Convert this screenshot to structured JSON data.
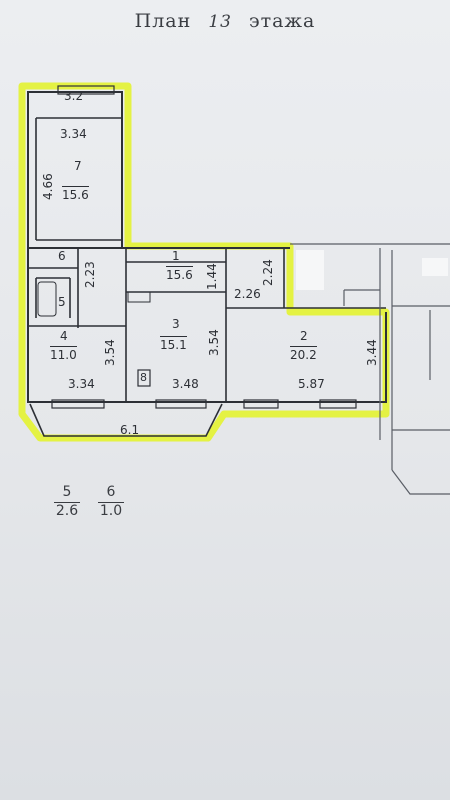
{
  "title": {
    "prefix": "План",
    "floor": "13",
    "suffix": "этажа"
  },
  "rooms": [
    {
      "number": "7",
      "area": "15.6"
    },
    {
      "number": "6",
      "area": ""
    },
    {
      "number": "5",
      "area": ""
    },
    {
      "number": "4",
      "area": "11.0"
    },
    {
      "number": "1",
      "area": "15.6"
    },
    {
      "number": "3",
      "area": "15.1"
    },
    {
      "number": "2",
      "area": "20.2"
    }
  ],
  "dimensions": {
    "d_3_2": "3.2",
    "d_3_34": "3.34",
    "d_4_66": "4.66",
    "d_2_23": "2.23",
    "d_1_44a": "1.44",
    "d_2_24": "2.24",
    "d_2_26": "2.26",
    "d_3_54a": "3.54",
    "d_3_54b": "3.54",
    "d_3_44": "3.44",
    "d_3_34b": "3.34",
    "d_3_48": "3.48",
    "d_5_87": "5.87",
    "d_6_1": "6.1"
  },
  "legend": [
    {
      "number": "5",
      "area": "2.6"
    },
    {
      "number": "6",
      "area": "1.0"
    }
  ],
  "mark_8": "8",
  "colors": {
    "highlight": "#e4f23a",
    "ink": "#2d3036",
    "paper": "#e8eaed"
  }
}
